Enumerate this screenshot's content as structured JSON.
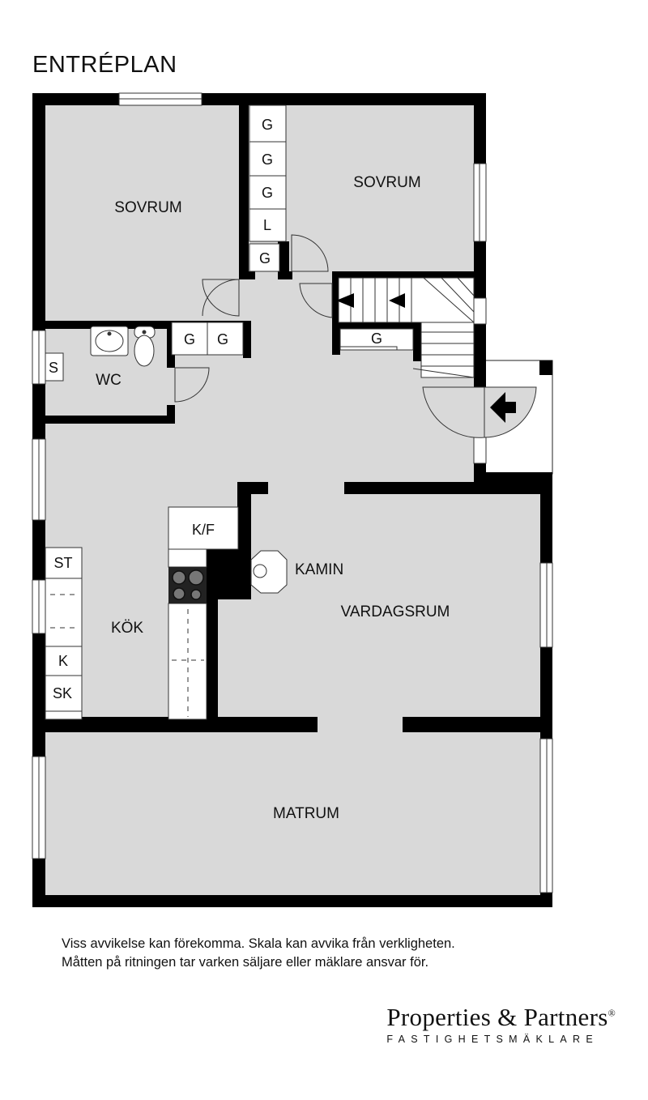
{
  "title": "ENTRÉPLAN",
  "rooms": {
    "bedroom_left": "SOVRUM",
    "bedroom_right": "SOVRUM",
    "wc": "WC",
    "kitchen": "KÖK",
    "fireplace": "KAMIN",
    "living": "VARDAGSRUM",
    "dining": "MATRUM"
  },
  "fixtures": {
    "wardrobe": "G",
    "linen": "L",
    "storage_s": "S",
    "fridge_freezer": "K/F",
    "st": "ST",
    "k": "K",
    "sk": "SK"
  },
  "disclaimer": {
    "line1": "Viss avvikelse kan förekomma. Skala kan avvika från verkligheten.",
    "line2": "Måtten på ritningen tar varken säljare eller mäklare ansvar för."
  },
  "brand": {
    "name": "Properties & Partners",
    "reg": "®",
    "tagline": "FASTIGHETSMÄKLARE"
  },
  "colors": {
    "wall": "#000000",
    "floor": "#d9d9d9",
    "fixture": "#ffffff"
  }
}
